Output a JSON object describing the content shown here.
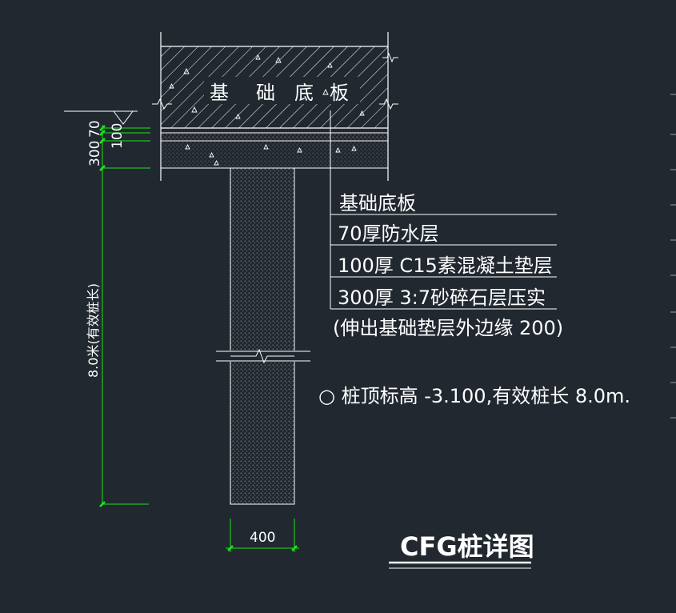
{
  "colors": {
    "background": "#212830",
    "lines": "#ffffff",
    "dimension": "#19e619"
  },
  "slab": {
    "label_chars": [
      "基",
      "础",
      "底",
      "板"
    ]
  },
  "dimensions": {
    "left_stack": [
      "300",
      "70",
      "100"
    ],
    "pile_length": "8.0米(有效桩长)",
    "pile_width": "400"
  },
  "callout_rows": [
    "基础底板",
    "70厚防水层",
    "100厚 C15素混凝土垫层",
    "300厚 3:7砂碎石层压实"
  ],
  "callout_note": "(伸出基础垫层外边缘 200)",
  "pile_note": "○ 桩顶标高 -3.100,有效桩长 8.0m.",
  "drawing_title": "CFG桩详图"
}
